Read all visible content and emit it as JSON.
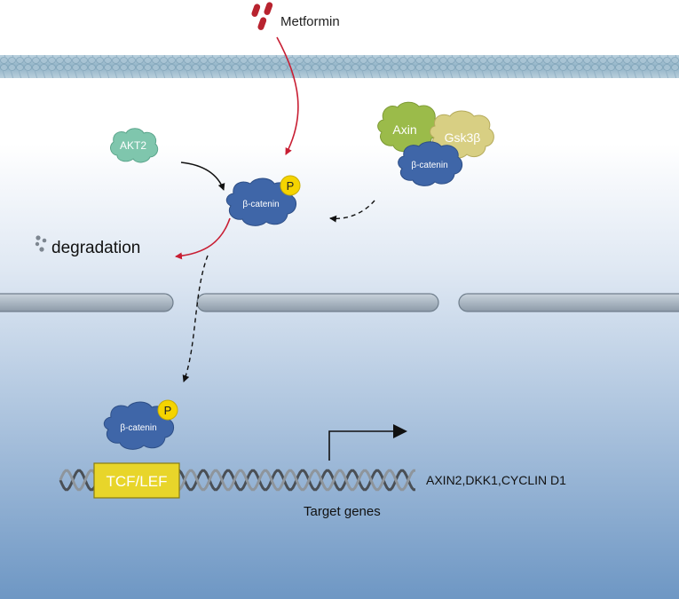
{
  "labels": {
    "drug": "Metformin",
    "akt2": "AKT2",
    "beta_catenin_cyto": "β-catenin",
    "phospho": "P",
    "axin": "Axin",
    "gsk3b": "Gsk3β",
    "beta_catenin_complex": "β-catenin",
    "degradation": "degradation",
    "beta_catenin_nuc": "β-catenin",
    "phospho_nuc": "P",
    "tcf_lef": "TCF/LEF",
    "target_genes": "Target genes",
    "gene_list": "AXIN2,DKK1,CYCLIN D1"
  },
  "colors": {
    "metformin": "#b8232f",
    "akt2": "#7fc6ad",
    "beta_catenin": "#3f66a8",
    "axin": "#9bbb4a",
    "gsk3b": "#d8cf83",
    "phospho": "#f5d400",
    "tcf_lef": "#e8d52a",
    "red_arrow": "#c81e33"
  }
}
